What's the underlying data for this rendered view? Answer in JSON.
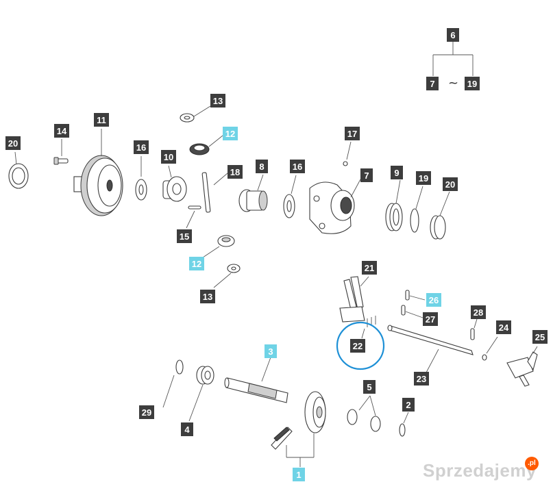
{
  "diagram": {
    "highlight_color": "#6fd3e6",
    "callout_color": "#3d3d3d",
    "circle_color": "#1e90d6",
    "callouts": [
      {
        "id": "c6",
        "label": "6",
        "highlight": false
      },
      {
        "id": "c7a",
        "label": "7",
        "highlight": false
      },
      {
        "id": "c19a",
        "label": "19",
        "highlight": false
      },
      {
        "id": "c13a",
        "label": "13",
        "highlight": false
      },
      {
        "id": "c12a",
        "label": "12",
        "highlight": true
      },
      {
        "id": "c11",
        "label": "11",
        "highlight": false
      },
      {
        "id": "c14",
        "label": "14",
        "highlight": false
      },
      {
        "id": "c20a",
        "label": "20",
        "highlight": false
      },
      {
        "id": "c16a",
        "label": "16",
        "highlight": false
      },
      {
        "id": "c10",
        "label": "10",
        "highlight": false
      },
      {
        "id": "c18",
        "label": "18",
        "highlight": false
      },
      {
        "id": "c8",
        "label": "8",
        "highlight": false
      },
      {
        "id": "c16b",
        "label": "16",
        "highlight": false
      },
      {
        "id": "c17",
        "label": "17",
        "highlight": false
      },
      {
        "id": "c7b",
        "label": "7",
        "highlight": false
      },
      {
        "id": "c9",
        "label": "9",
        "highlight": false
      },
      {
        "id": "c19b",
        "label": "19",
        "highlight": false
      },
      {
        "id": "c20b",
        "label": "20",
        "highlight": false
      },
      {
        "id": "c15",
        "label": "15",
        "highlight": false
      },
      {
        "id": "c12b",
        "label": "12",
        "highlight": true
      },
      {
        "id": "c13b",
        "label": "13",
        "highlight": false
      },
      {
        "id": "c21",
        "label": "21",
        "highlight": false
      },
      {
        "id": "c26",
        "label": "26",
        "highlight": true
      },
      {
        "id": "c27",
        "label": "27",
        "highlight": false
      },
      {
        "id": "c28",
        "label": "28",
        "highlight": false
      },
      {
        "id": "c24",
        "label": "24",
        "highlight": false
      },
      {
        "id": "c25",
        "label": "25",
        "highlight": false
      },
      {
        "id": "c22",
        "label": "22",
        "highlight": false
      },
      {
        "id": "c23",
        "label": "23",
        "highlight": false
      },
      {
        "id": "c3",
        "label": "3",
        "highlight": true
      },
      {
        "id": "c29",
        "label": "29",
        "highlight": false
      },
      {
        "id": "c4",
        "label": "4",
        "highlight": false
      },
      {
        "id": "c5",
        "label": "5",
        "highlight": false
      },
      {
        "id": "c2",
        "label": "2",
        "highlight": false
      },
      {
        "id": "c1",
        "label": "1",
        "highlight": true
      }
    ],
    "range_separator": "~"
  },
  "watermark": {
    "text": "Sprzedajemy",
    "badge": ".pl",
    "badge_color": "#ff5a00"
  }
}
